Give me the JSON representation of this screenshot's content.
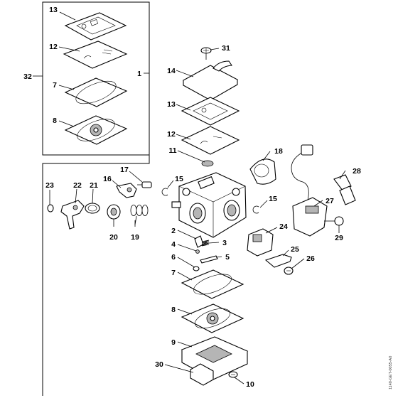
{
  "diagram": {
    "doc_code": "1140-GET-0055-A0",
    "part_labels": [
      {
        "id": "p13a",
        "text": "13"
      },
      {
        "id": "p12a",
        "text": "12"
      },
      {
        "id": "p7a",
        "text": "7"
      },
      {
        "id": "p8a",
        "text": "8"
      },
      {
        "id": "p32",
        "text": "32"
      },
      {
        "id": "p1",
        "text": "1"
      },
      {
        "id": "p31",
        "text": "31"
      },
      {
        "id": "p14",
        "text": "14"
      },
      {
        "id": "p13b",
        "text": "13"
      },
      {
        "id": "p12b",
        "text": "12"
      },
      {
        "id": "p11",
        "text": "11"
      },
      {
        "id": "p18",
        "text": "18"
      },
      {
        "id": "p17",
        "text": "17"
      },
      {
        "id": "p16",
        "text": "16"
      },
      {
        "id": "p15a",
        "text": "15"
      },
      {
        "id": "p23",
        "text": "23"
      },
      {
        "id": "p22",
        "text": "22"
      },
      {
        "id": "p21",
        "text": "21"
      },
      {
        "id": "p20",
        "text": "20"
      },
      {
        "id": "p19",
        "text": "19"
      },
      {
        "id": "p15b",
        "text": "15"
      },
      {
        "id": "p28",
        "text": "28"
      },
      {
        "id": "p27",
        "text": "27"
      },
      {
        "id": "p29",
        "text": "29"
      },
      {
        "id": "p24",
        "text": "24"
      },
      {
        "id": "p2",
        "text": "2"
      },
      {
        "id": "p3",
        "text": "3"
      },
      {
        "id": "p4",
        "text": "4"
      },
      {
        "id": "p5",
        "text": "5"
      },
      {
        "id": "p6",
        "text": "6"
      },
      {
        "id": "p25",
        "text": "25"
      },
      {
        "id": "p26",
        "text": "26"
      },
      {
        "id": "p7b",
        "text": "7"
      },
      {
        "id": "p8b",
        "text": "8"
      },
      {
        "id": "p9",
        "text": "9"
      },
      {
        "id": "p30",
        "text": "30"
      },
      {
        "id": "p10",
        "text": "10"
      }
    ]
  }
}
